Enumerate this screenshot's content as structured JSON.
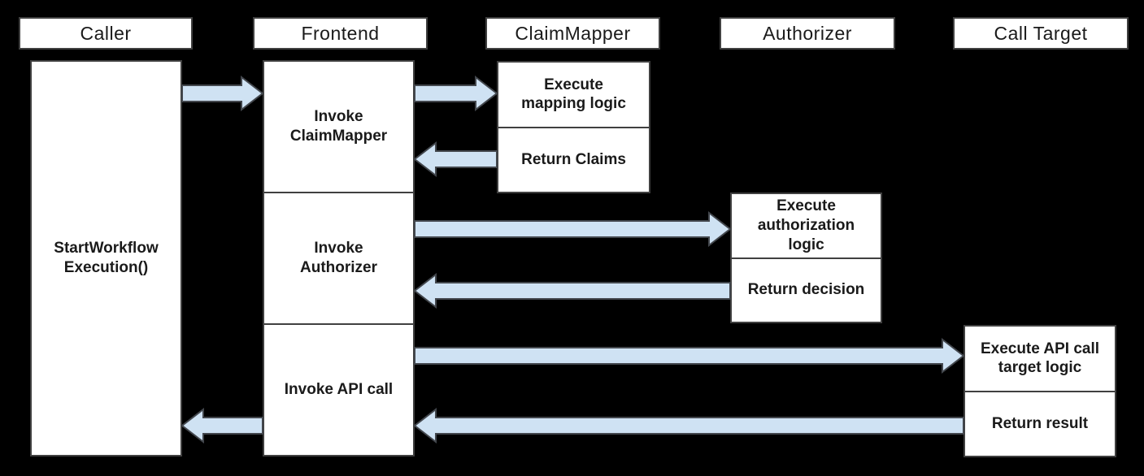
{
  "diagram": {
    "type": "sequence-diagram",
    "actors": [
      {
        "label": "Caller",
        "tasks": [
          {
            "label": "StartWorkflow\nExecution()"
          }
        ]
      },
      {
        "label": "Frontend",
        "tasks": [
          {
            "label": "Invoke\nClaimMapper"
          },
          {
            "label": "Invoke\nAuthorizer"
          },
          {
            "label": "Invoke API call"
          }
        ]
      },
      {
        "label": "ClaimMapper",
        "tasks": [
          {
            "label": "Execute\nmapping logic"
          },
          {
            "label": "Return Claims"
          }
        ]
      },
      {
        "label": "Authorizer",
        "tasks": [
          {
            "label": "Execute\nauthorization\nlogic"
          },
          {
            "label": "Return decision"
          }
        ]
      },
      {
        "label": "Call Target",
        "tasks": [
          {
            "label": "Execute API call\ntarget logic"
          },
          {
            "label": "Return result"
          }
        ]
      }
    ],
    "messages": [
      {
        "from": "Caller",
        "to": "Frontend"
      },
      {
        "from": "Frontend",
        "to": "ClaimMapper"
      },
      {
        "from": "ClaimMapper",
        "to": "Frontend"
      },
      {
        "from": "Frontend",
        "to": "Authorizer"
      },
      {
        "from": "Authorizer",
        "to": "Frontend"
      },
      {
        "from": "Frontend",
        "to": "Call Target"
      },
      {
        "from": "Call Target",
        "to": "Frontend"
      },
      {
        "from": "Frontend",
        "to": "Caller"
      }
    ],
    "colors": {
      "background": "#000000",
      "box_fill": "#ffffff",
      "box_border": "#404040",
      "arrow_fill": "#cfe2f3",
      "arrow_stroke": "#43474d",
      "text": "#1a1a1a"
    }
  }
}
